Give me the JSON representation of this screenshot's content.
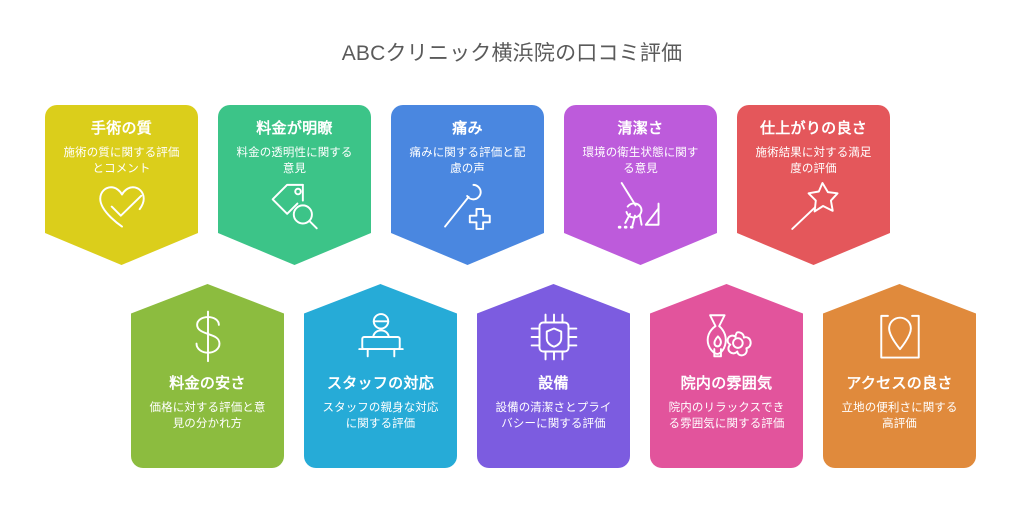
{
  "title": "ABCクリニック横浜院の口コミ評価",
  "top_row": [
    {
      "title": "手術の質",
      "desc": "施術の質に関する評価とコメント",
      "color": "#DBCE1B",
      "icon": "heart-check-icon"
    },
    {
      "title": "料金が明瞭",
      "desc": "料金の透明性に関する意見",
      "color": "#3CC488",
      "icon": "price-tag-search-icon"
    },
    {
      "title": "痛み",
      "desc": "痛みに関する評価と配慮の声",
      "color": "#4A87E0",
      "icon": "syringe-plus-icon"
    },
    {
      "title": "清潔さ",
      "desc": "環境の衛生状態に関する意見",
      "color": "#BD5BDB",
      "icon": "broom-dustpan-icon"
    },
    {
      "title": "仕上がりの良さ",
      "desc": "施術結果に対する満足度の評価",
      "color": "#E4575B",
      "icon": "magic-wand-icon"
    }
  ],
  "bottom_row": [
    {
      "title": "料金の安さ",
      "desc": "価格に対する評価と意見の分かれ方",
      "color": "#8CBC3F",
      "icon": "dollar-sign-icon"
    },
    {
      "title": "スタッフの対応",
      "desc": "スタッフの親身な対応に関する評価",
      "color": "#26ABD7",
      "icon": "staff-reception-icon"
    },
    {
      "title": "設備",
      "desc": "設備の清潔さとプライバシーに関する評価",
      "color": "#7C5CE0",
      "icon": "chip-shield-icon"
    },
    {
      "title": "院内の雰囲気",
      "desc": "院内のリラックスできる雰囲気に関する評価",
      "color": "#E2549C",
      "icon": "aroma-lamp-flower-icon"
    },
    {
      "title": "アクセスの良さ",
      "desc": "立地の便利さに関する高評価",
      "color": "#E08A3C",
      "icon": "map-pin-icon"
    }
  ]
}
